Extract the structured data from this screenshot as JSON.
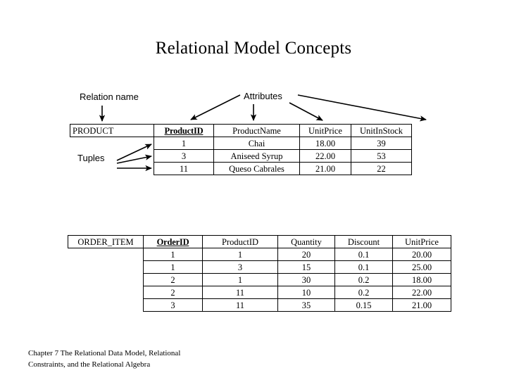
{
  "slide": {
    "title": "Relational Model Concepts",
    "footer_line1": "Chapter 7 The Relational Data Model, Relational",
    "footer_line2": "Constraints, and the Relational Algebra",
    "background_color": "#ffffff",
    "ink_color": "#000000"
  },
  "annotations": {
    "relation_name_label": "Relation name",
    "attributes_label": "Attributes",
    "tuples_label": "Tuples"
  },
  "product_relation": {
    "relation_name": "PRODUCT",
    "primary_key": "ProductID",
    "columns": [
      "ProductID",
      "ProductName",
      "UnitPrice",
      "UnitInStock"
    ],
    "rows": [
      [
        "1",
        "Chai",
        "18.00",
        "39"
      ],
      [
        "3",
        "Aniseed Syrup",
        "22.00",
        "53"
      ],
      [
        "11",
        "Queso Cabrales",
        "21.00",
        "22"
      ]
    ]
  },
  "order_item_relation": {
    "relation_name": "ORDER_ITEM",
    "primary_key": "OrderID",
    "columns": [
      "OrderID",
      "ProductID",
      "Quantity",
      "Discount",
      "UnitPrice"
    ],
    "rows": [
      [
        "1",
        "1",
        "20",
        "0.1",
        "20.00"
      ],
      [
        "1",
        "3",
        "15",
        "0.1",
        "25.00"
      ],
      [
        "2",
        "1",
        "30",
        "0.2",
        "18.00"
      ],
      [
        "2",
        "11",
        "10",
        "0.2",
        "22.00"
      ],
      [
        "3",
        "11",
        "35",
        "0.15",
        "21.00"
      ]
    ]
  }
}
